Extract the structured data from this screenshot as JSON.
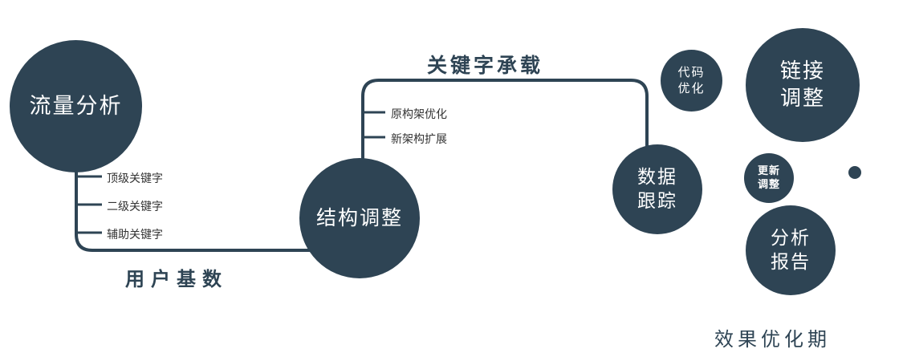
{
  "colors": {
    "primary": "#2e4454",
    "node_text": "#ffffff",
    "edge_label_text": "#2e4454",
    "tick_label_text": "#333333"
  },
  "nodes": {
    "traffic_analysis": {
      "label": "流量分析"
    },
    "structure_adjust": {
      "label": "结构调整"
    },
    "data_tracking": {
      "line1": "数据",
      "line2": "跟踪"
    },
    "code_optimize": {
      "line1": "代码",
      "line2": "优化"
    },
    "link_adjust": {
      "line1": "链接",
      "line2": "调整"
    },
    "update_adjust": {
      "line1": "更新",
      "line2": "调整"
    },
    "analysis_report": {
      "line1": "分析",
      "line2": "报告"
    }
  },
  "edge_labels": {
    "user_base": "用户基数",
    "keyword_carry": "关键字承载"
  },
  "left_branch_items": [
    "顶级关键字",
    "二级关键字",
    "辅助关键字"
  ],
  "top_branch_items": [
    "原构架优化",
    "新架构扩展"
  ],
  "footer_label": "效果优化期"
}
